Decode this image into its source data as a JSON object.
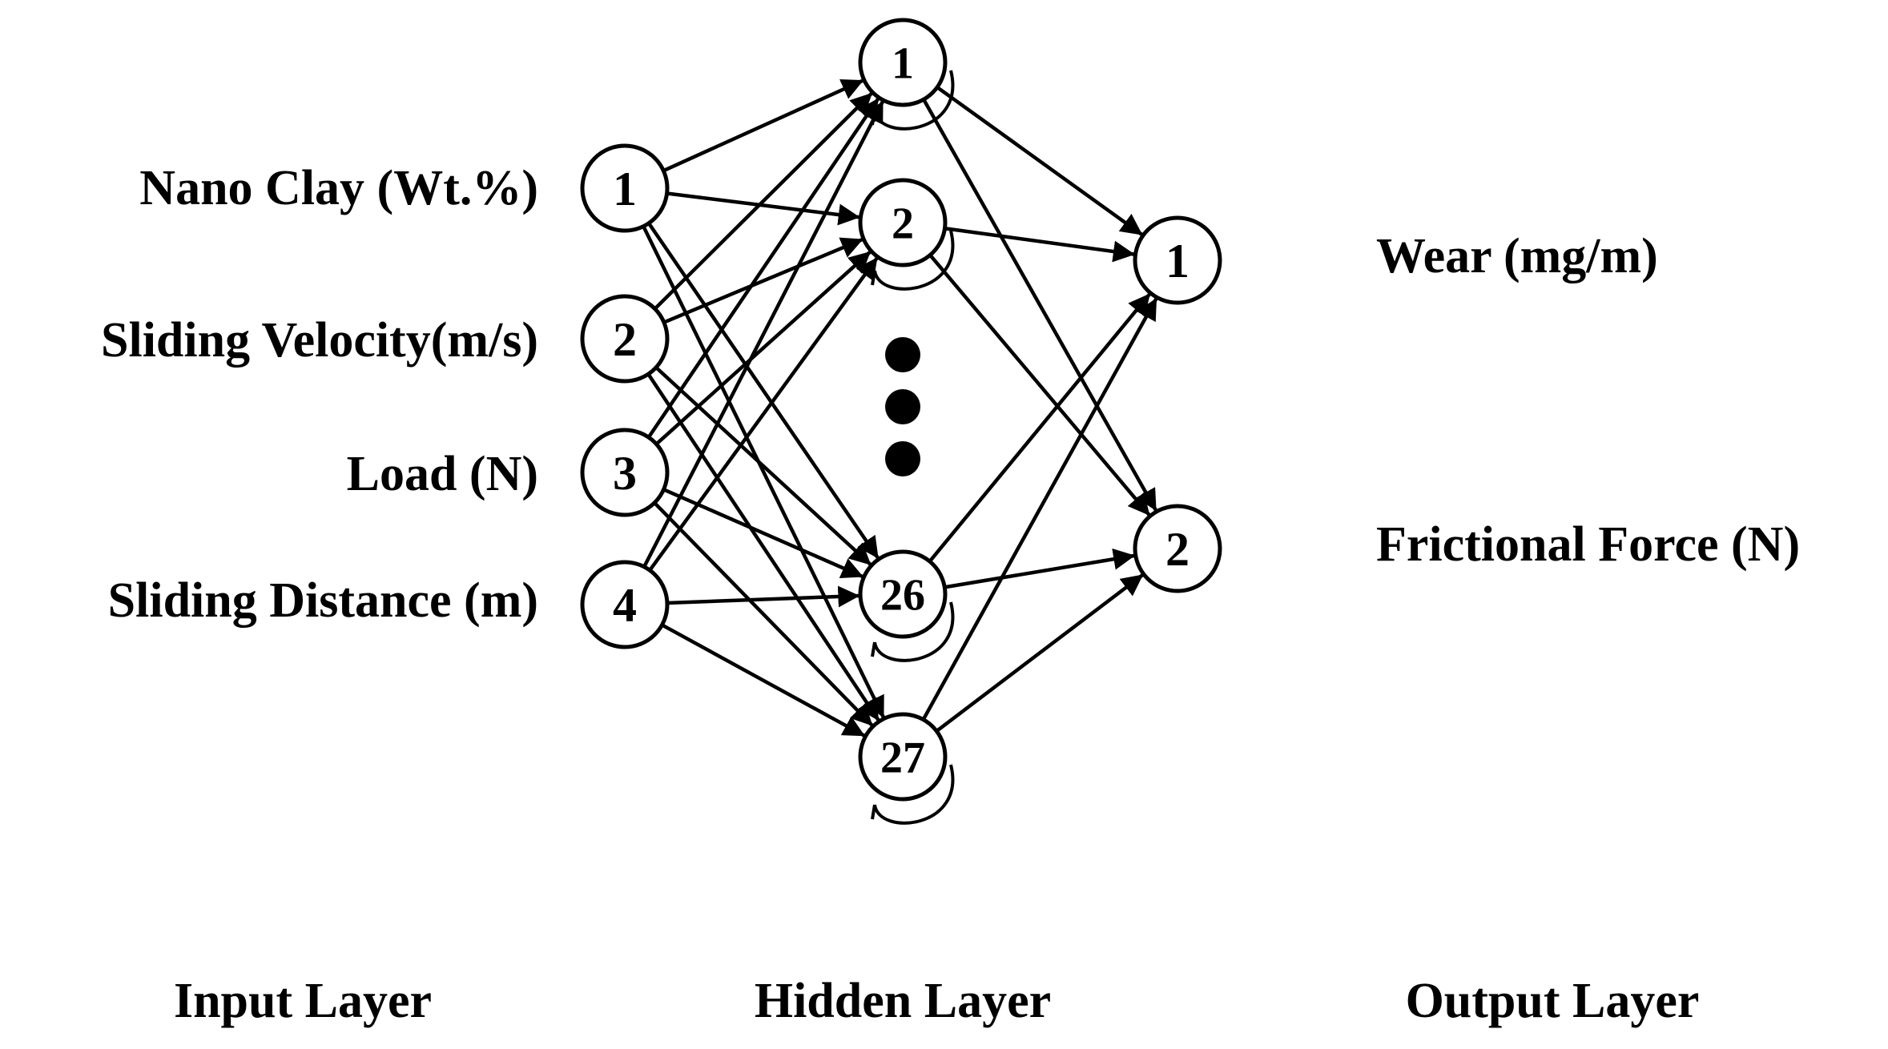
{
  "input_layer": {
    "title": "Input Layer",
    "nodes": [
      {
        "id": "1",
        "label": "Nano Clay (Wt.%)"
      },
      {
        "id": "2",
        "label": "Sliding Velocity(m/s)"
      },
      {
        "id": "3",
        "label": "Load (N)"
      },
      {
        "id": "4",
        "label": "Sliding Distance (m)"
      }
    ]
  },
  "hidden_layer": {
    "title": "Hidden Layer",
    "nodes": [
      {
        "id": "1"
      },
      {
        "id": "2"
      },
      {
        "id": "26"
      },
      {
        "id": "27"
      }
    ]
  },
  "output_layer": {
    "title": "Output Layer",
    "nodes": [
      {
        "id": "1",
        "label": "Wear (mg/m)"
      },
      {
        "id": "2",
        "label": "Frictional Force (N)"
      }
    ]
  },
  "colors": {
    "stroke": "#000000",
    "background": "#ffffff"
  }
}
